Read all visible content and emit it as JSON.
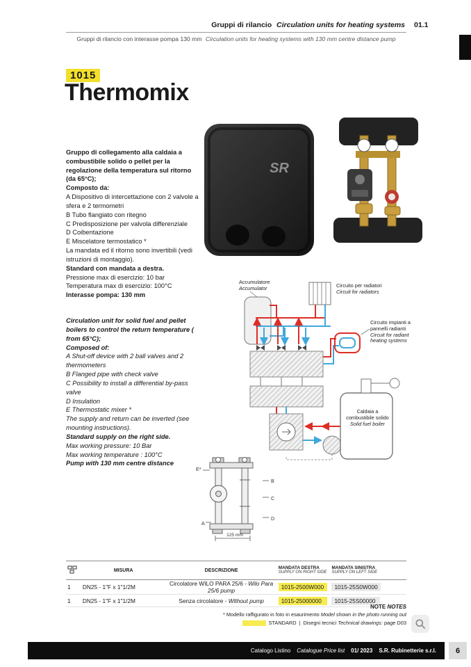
{
  "header": {
    "title_it": "Gruppi di rilancio",
    "title_en": "Circulation units for heating systems",
    "section": "01.1",
    "subtitle_it": "Gruppi di rilancio con interasse pompa 130 mm",
    "subtitle_en": "Circulation units for heating systems with 130 mm centre distance pump"
  },
  "product": {
    "code": "1015",
    "name": "Thermomix"
  },
  "photos": {
    "logo": "SR"
  },
  "desc_it": {
    "intro": "Gruppo di collegamento alla caldaia a combustibile solido o pellet per la regolazione della temperatura sul ritorno (da 65°C);",
    "composed": "Composto da:",
    "item_a": "A Dispositivo di intercettazione con 2 valvole a sfera e 2 termometri",
    "item_b": "B Tubo flangiato con ritegno",
    "item_c": "C Predisposizione per valvola differenziale",
    "item_d": "D Coibentazione",
    "item_e": "E Miscelatore termostatico *",
    "note_invert": "La mandata ed il ritorno sono invertibili (vedi istruzioni di montaggio).",
    "note_standard": "Standard con mandata a destra.",
    "spec_pressure": "Pressione max di esercizio: 10 bar",
    "spec_temp": "Temperatura max di esercizio: 100°C",
    "spec_pump": "Interasse pompa: 130 mm"
  },
  "desc_en": {
    "intro": "Circulation unit for solid fuel and pellet boilers to control the return temperature ( from 65°C);",
    "composed": "Composed of:",
    "item_a": "A Shut-off device with 2 ball valves and 2 thermometers",
    "item_b": "B Flanged pipe with check valve",
    "item_c": "C Possibility to install a differential by-pass valve",
    "item_d": "D Insulation",
    "item_e": "E Thermostatic mixer *",
    "note_invert": "The supply and return can be inverted (see mounting instructions).",
    "note_standard": "Standard supply on the right side.",
    "spec_pressure": "Max working pressure: 10 Bar",
    "spec_temp": "Max working temperature : 100°C",
    "spec_pump": "Pump with 130 mm centre distance"
  },
  "diagram": {
    "accumulator_it": "Accumulatore",
    "accumulator_en": "Accumulator",
    "radiators_it": "Circuito per radiatori",
    "radiators_en": "Circuit for radiators",
    "radiant_it": "Circuito impianti a pannelli radianti",
    "radiant_en": "Circuit for radiant heating systems",
    "boiler_it": "Caldaia a combustibile solido",
    "boiler_en": "Solid fuel boiler"
  },
  "drawing": {
    "label_e": "E*",
    "label_b": "B",
    "label_c": "C",
    "label_d": "D",
    "label_a": "A",
    "dim": "125 mm"
  },
  "table": {
    "col_misura": "MISURA",
    "col_descrizione": "DESCRIZIONE",
    "col_right_it": "MANDATA DESTRA",
    "col_right_en": "SUPPLY ON RIGHT SIDE",
    "col_left_it": "MANDATA SINISTRA",
    "col_left_en": "SUPPLY ON LEFT SIDE",
    "rows": [
      {
        "qty": "1",
        "misura": "DN25 - 1\"F x 1\"1/2M",
        "desc_it": "Circolatore WILO PARA 25/6 - ",
        "desc_en": "Wilo Para 25/6 pump",
        "code_right": "1015-2500W000",
        "code_left": "1015-25S0W000"
      },
      {
        "qty": "1",
        "misura": "DN25 - 1\"F x 1\"1/2M",
        "desc_it": "Senza circolatore - ",
        "desc_en": "Without pump",
        "code_right": "1015-25000000",
        "code_left": "1015-25S00000"
      }
    ]
  },
  "notes": {
    "title_it": "NOTE",
    "title_en": "NOTES",
    "model_it": "* Modello raffigurato in foto in esaurimento ",
    "model_en": "Model shown in the photo running out",
    "standard": "STANDARD",
    "sep": "|",
    "drawings_it": "Disegni tecnici ",
    "drawings_en": "Technical drawings: ",
    "drawings_page": "page D03"
  },
  "footer": {
    "catalog_it": "Catalogo Listino",
    "catalog_en": "Catalogue Price list",
    "edition": "01/ 2023",
    "company": "S.R. Rubinetterie s.r.l.",
    "page": "6"
  },
  "colors": {
    "accent_yellow": "#F2DF2B",
    "code_highlight": "#F6EB4F",
    "code_gray": "#E9E9E9",
    "pipe_red": "#DD2E26",
    "pipe_blue": "#3FA8DC",
    "footer_black": "#0d0d0d"
  },
  "icons": {
    "package_icon": "stacked-boxes",
    "search_icon": "magnifier"
  }
}
